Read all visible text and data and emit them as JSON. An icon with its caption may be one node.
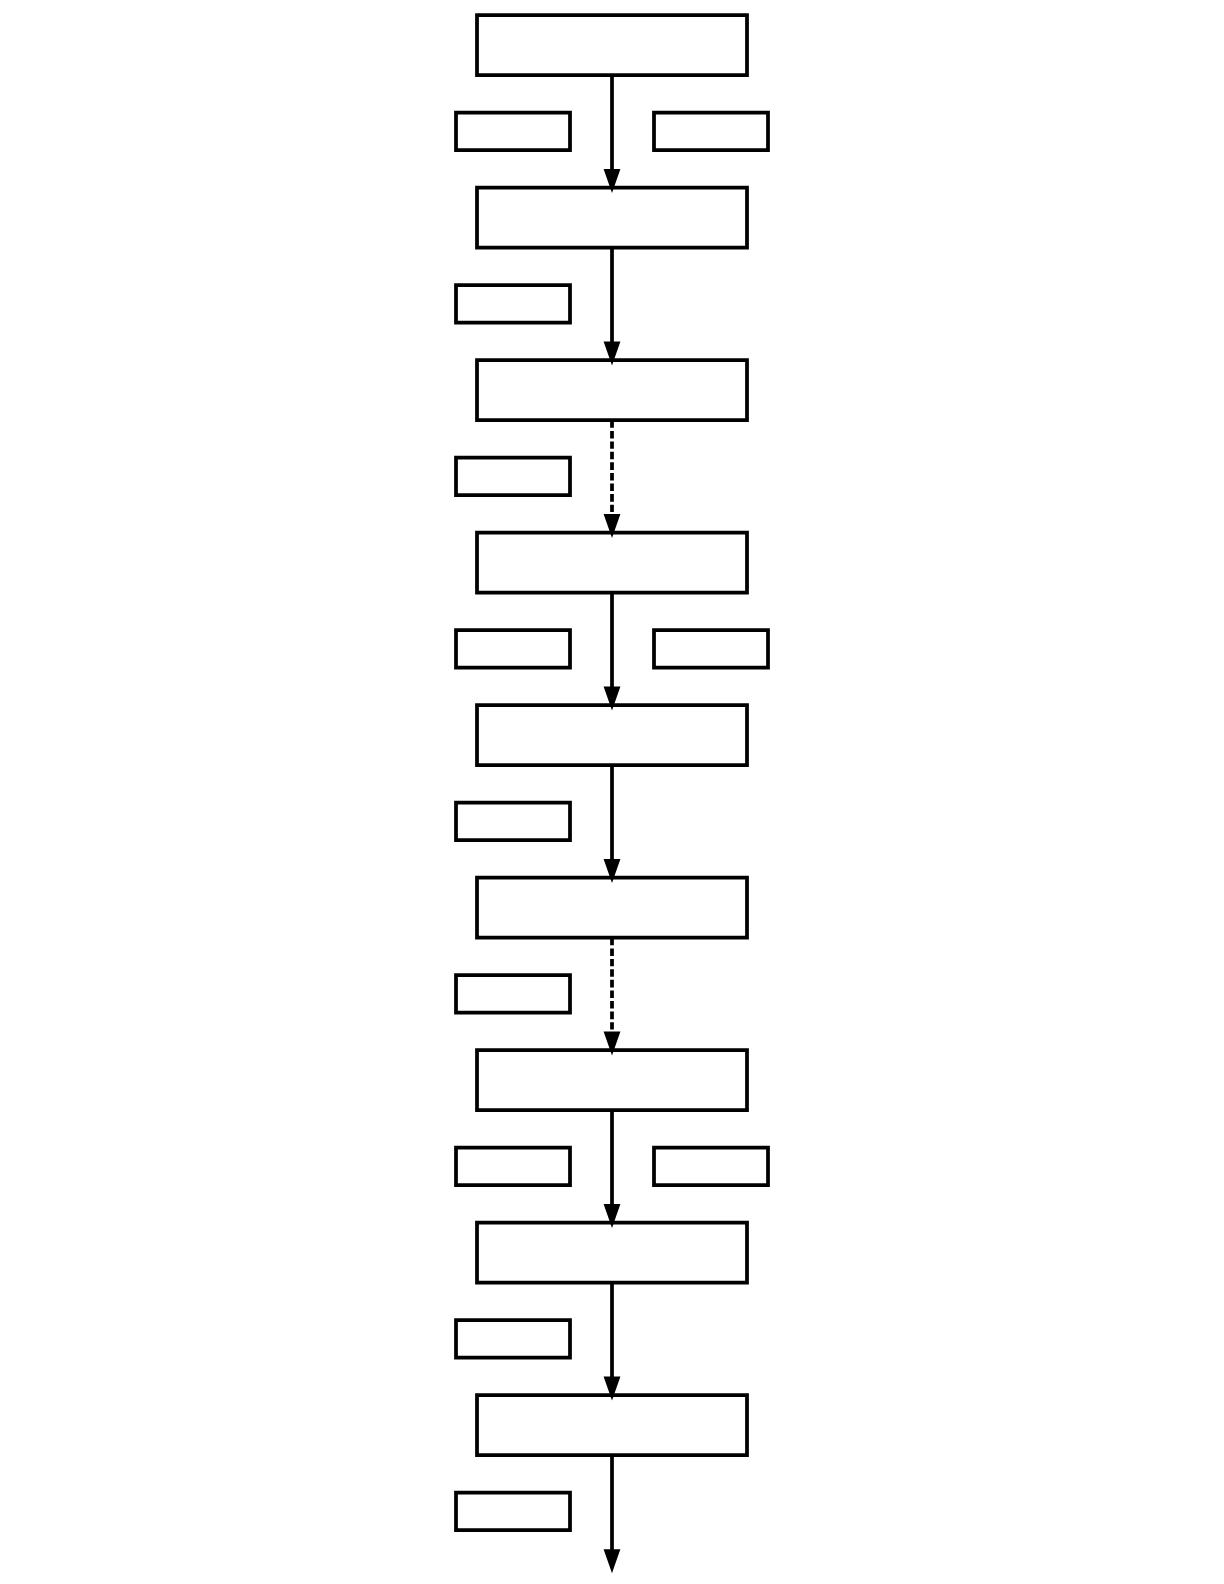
{
  "diagram": {
    "nodes": [
      {
        "text": [],
        "shape": "box"
      },
      {
        "text": [],
        "shape": "box"
      },
      {
        "text": [],
        "shape": "box"
      },
      {
        "text": [],
        "shape": "box"
      },
      {
        "text": [],
        "shape": "box"
      },
      {
        "text": [],
        "shape": "box"
      },
      {
        "text": [],
        "shape": "box"
      },
      {
        "text": [],
        "shape": "box"
      },
      {
        "text": [],
        "shape": "box"
      },
      {
        "text": [],
        "shape": "box"
      },
      {
        "text": [],
        "shape": "box"
      },
      {
        "text": [],
        "shape": "box"
      },
      {
        "text": [],
        "shape": "box"
      },
      {
        "text": [],
        "shape": "box"
      },
      {
        "text": [],
        "shape": "box"
      },
      {
        "text": [],
        "shape": "box"
      },
      {
        "text": [],
        "shape": "box"
      },
      {
        "text": [],
        "shape": "box"
      },
      {
        "text": [],
        "shape": "box"
      },
      {
        "text": [],
        "shape": "box"
      },
      {
        "text": [],
        "shape": "box"
      }
    ],
    "edges": [
      {
        "from": 0,
        "to": 3,
        "arrow": "to"
      },
      {
        "from": 3,
        "to": 5,
        "arrow": "to"
      },
      {
        "from": 5,
        "to": 7,
        "arrow": "to",
        "style": "dashed"
      },
      {
        "from": 7,
        "to": 10,
        "arrow": "to"
      },
      {
        "from": 10,
        "to": 12,
        "arrow": "to"
      },
      {
        "from": 12,
        "to": 14,
        "arrow": "to",
        "style": "dashed"
      },
      {
        "from": 14,
        "to": 17,
        "arrow": "to"
      },
      {
        "from": 17,
        "to": 19,
        "arrow": "to"
      },
      {
        "from": 19,
        "to": null,
        "arrow": "to"
      }
    ]
  }
}
